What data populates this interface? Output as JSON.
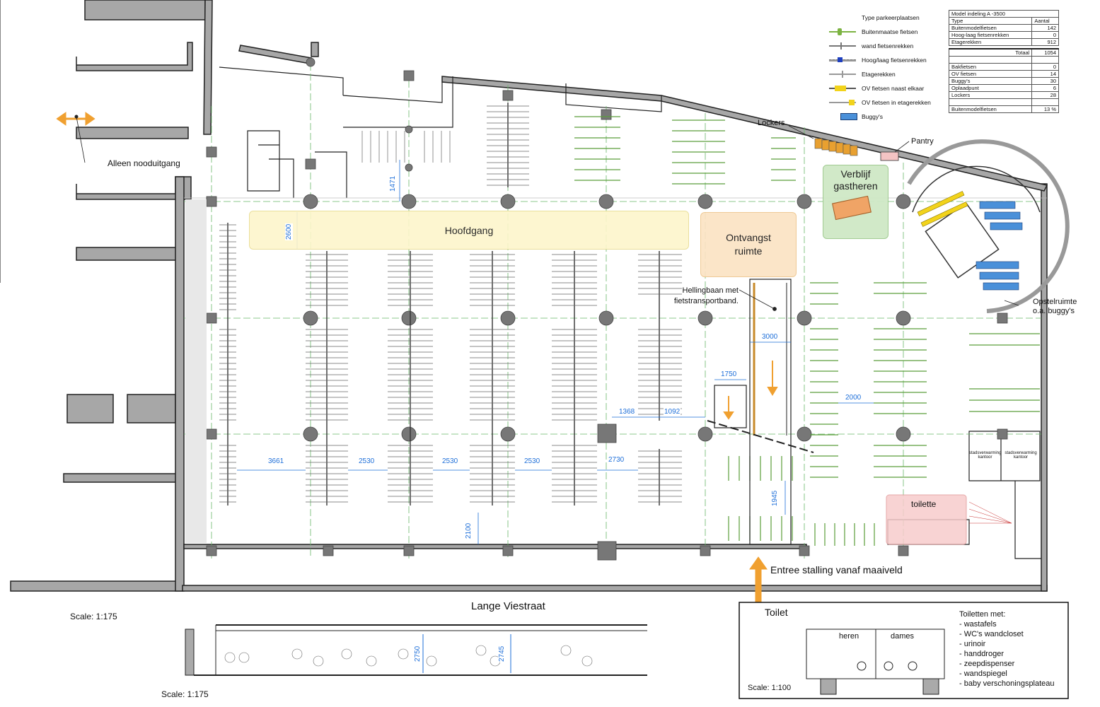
{
  "labels": {
    "emergency_exit": "Alleen nooduitgang",
    "main_corridor": "Hoofdgang",
    "reception": "Ontvangst ruimte",
    "hosts_room": "Verblijf gastheren",
    "ramp": "Hellingbaan met fietstransportband.",
    "lockers": "Lockers",
    "pantry": "Pantry",
    "staging": "Opstelruimte o.a. buggy's",
    "entrance": "Entree stalling vanaf maaiveld",
    "street": "Lange Viestraat",
    "toilet_room": "toilette",
    "heating_office_1": "stadsverwarming kantoor",
    "heating_office_2": "stadsverwarming kantoor",
    "scale_main": "Scale: 1:175",
    "scale_section": "Scale: 1:175",
    "scale_toilet": "Scale: 1:100"
  },
  "dimensions": {
    "corridor_width": "2600",
    "aisle_top": "1471",
    "ramp_width": "3000",
    "stair_width": "1750",
    "gap_a": "1368",
    "gap_b": "1092",
    "aisle_right": "2000",
    "aisle_1": "3661",
    "aisle_2": "2530",
    "aisle_3": "2530",
    "aisle_4": "2530",
    "aisle_5": "2730",
    "wall_gap_1": "1945",
    "wall_gap_2": "2100",
    "section_h1": "2750",
    "section_h2": "2745"
  },
  "legend": {
    "title": "Type parkeerplaatsen",
    "items": [
      {
        "label": "Buitenmaatse fietsen",
        "icon": "oversize-bike-icon",
        "color": "#7cb342"
      },
      {
        "label": "wand fietsenrekken",
        "icon": "wall-rack-icon",
        "color": "#777777"
      },
      {
        "label": "Hoog/laag fietsenrekken",
        "icon": "high-low-rack-icon",
        "color": "#1e3fbf"
      },
      {
        "label": "Etagerekken",
        "icon": "tier-rack-icon",
        "color": "#999999"
      },
      {
        "label": "OV fietsen naast elkaar",
        "icon": "ov-bike-side-icon",
        "color": "#f2d31b"
      },
      {
        "label": "OV fietsen in etagerekken",
        "icon": "ov-bike-tier-icon",
        "color": "#f2d31b"
      },
      {
        "label": "Buggy's",
        "icon": "buggy-icon",
        "color": "#4a90d9"
      }
    ]
  },
  "summary_table": {
    "title": "Model indeling A -3500",
    "header": [
      "Type",
      "Aantal"
    ],
    "rows_a": [
      [
        "Buitenmodelfietsen",
        "142"
      ],
      [
        "Hoog-laag fietsenrekken",
        "0"
      ],
      [
        "Etagerekken",
        "912"
      ]
    ],
    "total": [
      "Totaal",
      "1054"
    ],
    "rows_b": [
      [
        "Bakfietsen",
        "0"
      ],
      [
        "OV fietsen",
        "14"
      ],
      [
        "Buggy's",
        "30"
      ],
      [
        "Oplaadpunt",
        "6"
      ],
      [
        "Lockers",
        "28"
      ]
    ],
    "footer": [
      "Buitenmodelfietsen",
      "13 %"
    ]
  },
  "toilet_detail": {
    "title": "Toilet",
    "men": "heren",
    "women": "dames",
    "features_title": "Toiletten met:",
    "features": [
      "- wastafels",
      "- WC's wandcloset",
      "- urinoir",
      "- handdroger",
      "- zeepdispenser",
      "- wandspiegel",
      "- baby verschoningsplateau"
    ]
  },
  "colors": {
    "wall": "#9a9a9a",
    "corridor_fill": "#fdf6cc",
    "reception_fill": "#fbe3c4",
    "hosts_fill": "#cfe8c6",
    "toilet_fill": "#f7cccc",
    "grid_line": "#6ab86a",
    "column": "#777777",
    "dimension": "#1e6fd9",
    "arrow": "#f0a030"
  }
}
